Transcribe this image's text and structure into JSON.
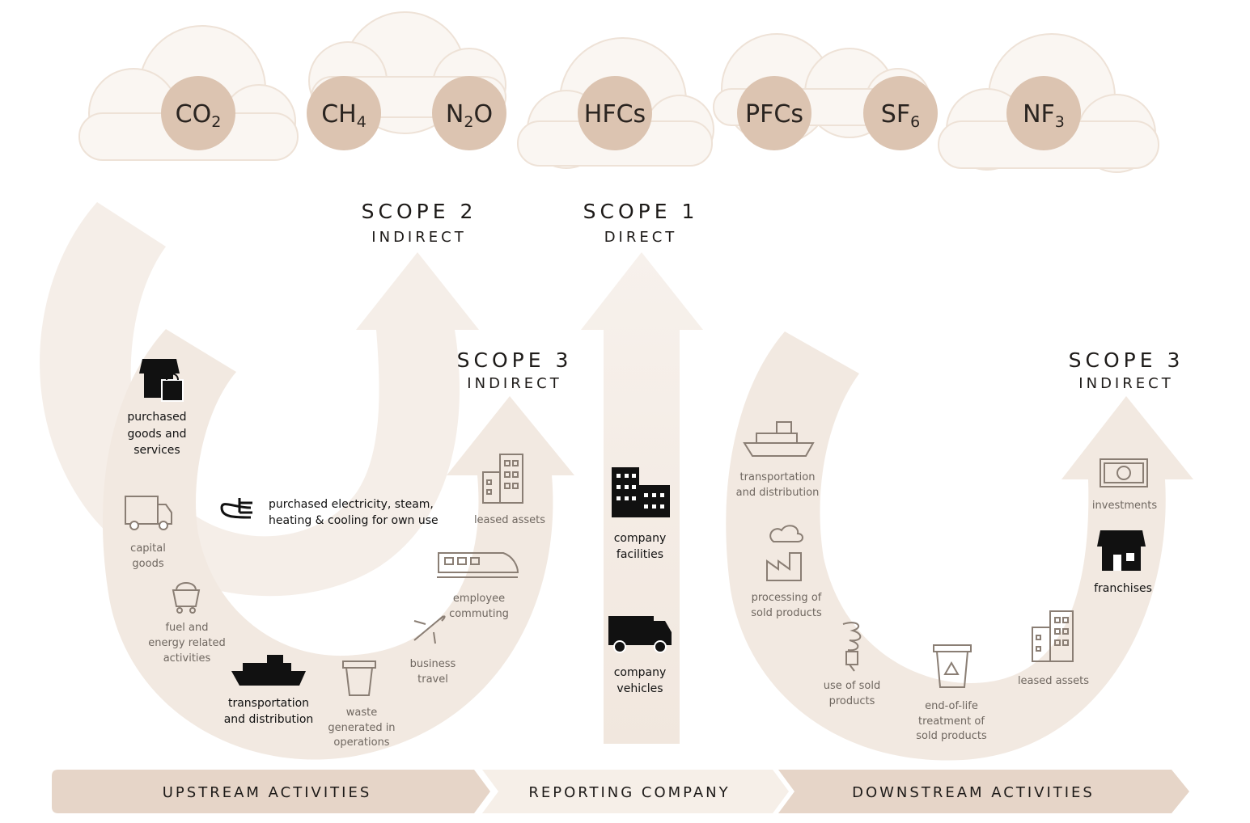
{
  "gases": [
    {
      "base": "CO",
      "sub": "2"
    },
    {
      "base": "CH",
      "sub": "4"
    },
    {
      "base": "N",
      "sub": "2",
      "tail": "O"
    },
    {
      "base": "HFCs",
      "sub": ""
    },
    {
      "base": "PFCs",
      "sub": ""
    },
    {
      "base": "SF",
      "sub": "6"
    },
    {
      "base": "NF",
      "sub": "3"
    }
  ],
  "scopes": {
    "scope2": {
      "title": "SCOPE 2",
      "subtitle": "INDIRECT"
    },
    "scope1": {
      "title": "SCOPE 1",
      "subtitle": "DIRECT"
    },
    "scope3_upstream": {
      "title": "SCOPE 3",
      "subtitle": "INDIRECT"
    },
    "scope3_downstream": {
      "title": "SCOPE 3",
      "subtitle": "INDIRECT"
    }
  },
  "upstream_items": {
    "purchased_goods": [
      "purchased",
      "goods and",
      "services"
    ],
    "purchased_electricity": [
      "purchased electricity, steam,",
      "heating & cooling for own use"
    ],
    "capital_goods": [
      "capital",
      "goods"
    ],
    "fuel_energy": [
      "fuel and",
      "energy related",
      "activities"
    ],
    "transportation": [
      "transportation",
      "and distribution"
    ],
    "waste": [
      "waste",
      "generated in",
      "operations"
    ],
    "business_travel": [
      "business",
      "travel"
    ],
    "employee_commuting": [
      "employee",
      "commuting"
    ],
    "leased_assets": [
      "leased assets"
    ]
  },
  "company_items": {
    "facilities": [
      "company",
      "facilities"
    ],
    "vehicles": [
      "company",
      "vehicles"
    ]
  },
  "downstream_items": {
    "transportation": [
      "transportation",
      "and distribution"
    ],
    "processing": [
      "processing of",
      "sold products"
    ],
    "use_of_sold": [
      "use of sold",
      "products"
    ],
    "end_of_life": [
      "end-of-life",
      "treatment of",
      "sold products"
    ],
    "leased_assets": [
      "leased assets"
    ],
    "franchises": [
      "franchises"
    ],
    "investments": [
      "investments"
    ]
  },
  "bottom_bar": {
    "upstream": "UPSTREAM ACTIVITIES",
    "reporting": "REPORTING COMPANY",
    "downstream": "DOWNSTREAM ACTIVITIES"
  },
  "colors": {
    "band": "#f3ebe3",
    "band_dark": "#ece1d6",
    "circle": "#dcc4b1",
    "cloud": "#faf6f2",
    "bar_dark": "#e6d5c8",
    "bar_light": "#f6efe8",
    "icon_dark": "#111111",
    "icon_light": "#8a7e74"
  }
}
